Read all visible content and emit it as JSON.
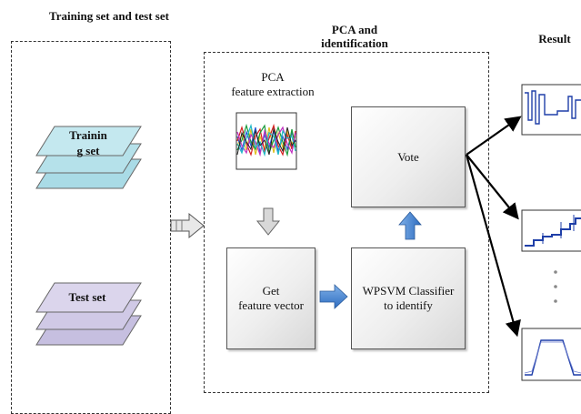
{
  "headings": {
    "left": "Training set and test set",
    "middle": "PCA and identification",
    "right": "Result"
  },
  "stacks": {
    "training": {
      "label_line1": "Trainin",
      "label_line2": "g set",
      "color": "#a9dbe6"
    },
    "test": {
      "label": "Test set",
      "color": "#c6bfe0"
    }
  },
  "pca": {
    "title_line1": "PCA",
    "title_line2": "feature extraction"
  },
  "boxes": {
    "vote": "Vote",
    "get_line1": "Get",
    "get_line2": "feature vector",
    "wpsvm_line1": "WPSVM Classifier",
    "wpsvm_line2": "to identify"
  },
  "colors": {
    "blue_arrow": "#3f7fc9",
    "gray_arrow": "#bdbdbd",
    "result_signal": "#1f3fa8"
  }
}
